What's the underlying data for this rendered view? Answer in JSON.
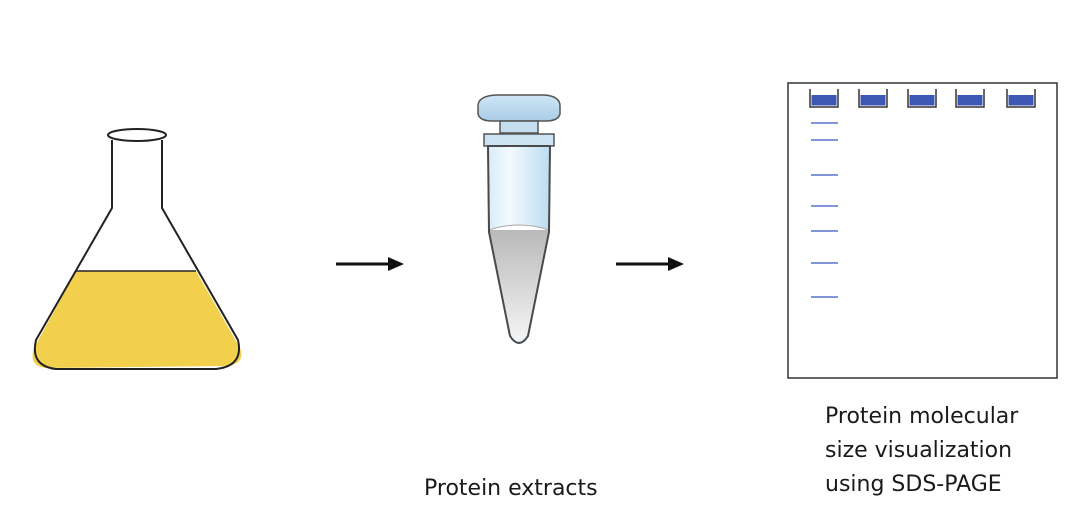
{
  "labels": {
    "protein_extracts": "Protein extracts",
    "sds_page_caption": [
      "Protein molecular",
      "size visualization",
      "using SDS-PAGE"
    ]
  },
  "steps": [
    "flask-culture",
    "microtube-extract",
    "sds-page-gel"
  ],
  "gel": {
    "lane_count": 5,
    "ladder_band_count": 7
  },
  "colors": {
    "culture_medium": "#f2d04b",
    "outline": "#222222",
    "well_fill": "#3c58b4",
    "ladder_band": "#6f86d6",
    "tube_cap": "#bcd9ee",
    "tube_body": "#d6ebf7",
    "tube_liquid": "#c9c9c9",
    "arrow": "#111111"
  }
}
